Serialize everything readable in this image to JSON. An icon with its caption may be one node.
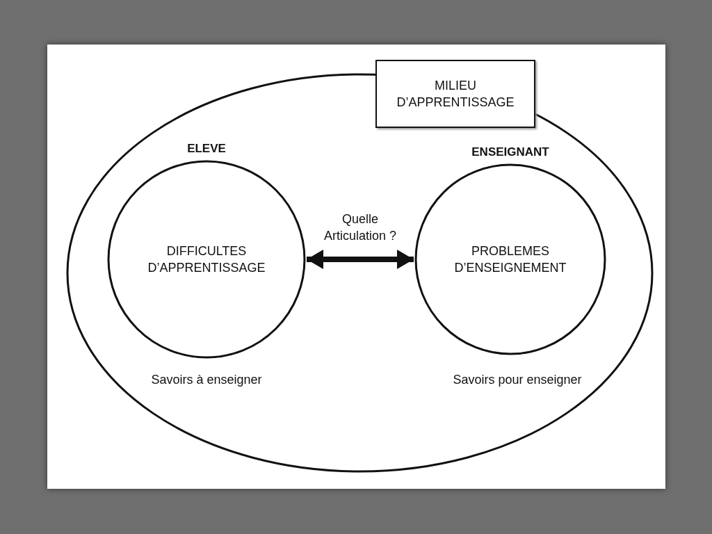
{
  "diagram": {
    "nodes": [
      {
        "text": [],
        "shape": "ellipse"
      },
      {
        "text": [
          "MILIEU D’APPRENTISSAGE"
        ]
      },
      {
        "text": [
          "ELEVE",
          "DIFFICULTES D’APPRENTISSAGE"
        ],
        "in": 0,
        "beside": [
          "Savoirs à enseigner"
        ]
      },
      {
        "text": [
          "ENSEIGNANT",
          "PROBLEMES D’ENSEIGNEMENT"
        ],
        "in": 0,
        "beside": [
          "Savoirs pour enseigner"
        ]
      }
    ],
    "edges": [
      {
        "from": 2,
        "to": 3,
        "arrow": "both",
        "label": "Quelle Articulation ?"
      }
    ]
  }
}
